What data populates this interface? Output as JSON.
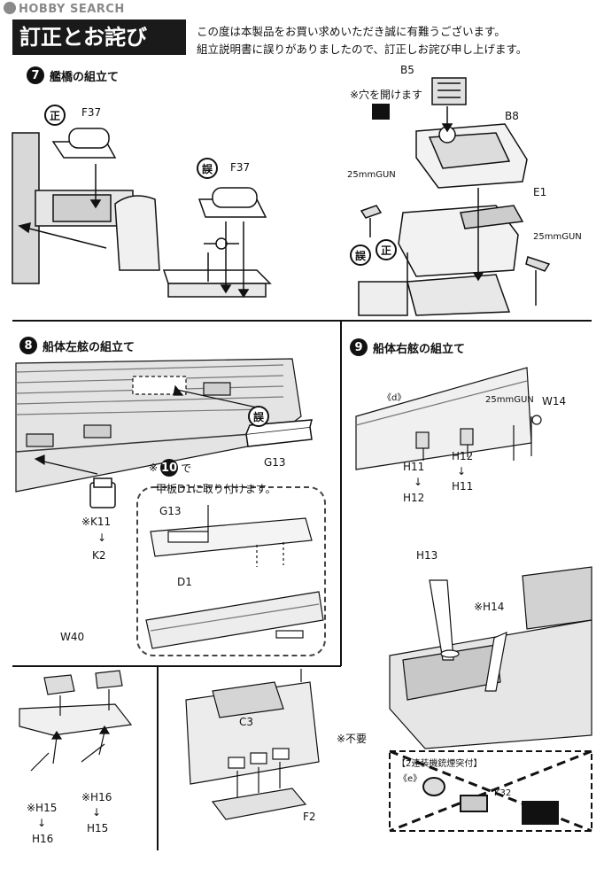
{
  "watermark": "HOBBY SEARCH",
  "title": "訂正とお詫び",
  "intro": {
    "line1": "この度は本製品をお買い求めいただき誠に有難うございます。",
    "line2": "組立説明書に誤りがありましたので、訂正しお詫び申し上げます。"
  },
  "section7": {
    "num": "7",
    "title": "艦橋の組立て",
    "correct_mark": "正",
    "wrong_mark": "誤",
    "f37_a": "F37",
    "f37_b": "F37",
    "b5": "B5",
    "b8": "B8",
    "e1": "E1",
    "drill_note": "※穴を開けます",
    "gun_a": "25mmGUN",
    "gun_b": "25mmGUN",
    "wrong_mark_2": "誤",
    "correct_mark_2": "正"
  },
  "section8": {
    "num": "8",
    "title": "船体左舷の組立て",
    "wrong_mark": "誤",
    "g13": "G13",
    "k11": "※K11",
    "arrow": "↓",
    "k2": "K2",
    "callout_prefix": "※",
    "callout_num": "10",
    "callout_suffix": "で",
    "callout_line2": "甲板D1に取り付けます。",
    "callout_g13": "G13",
    "callout_d1": "D1",
    "w40": "W40",
    "h15a": "※H15",
    "h16a": "H16",
    "h16b": "※H16",
    "h15b": "H15",
    "c3": "C3",
    "f2": "F2"
  },
  "section9": {
    "num": "9",
    "title": "船体右舷の組立て",
    "d_mark": "《d》",
    "gun": "25mmGUN",
    "w14": "W14",
    "h11a": "H11",
    "h12a": "H12",
    "h12b": "H12",
    "h11b": "H11",
    "h13": "H13",
    "h14": "※H14",
    "not_needed": "※不要",
    "box_title": "【2連装機銃煙突付】",
    "e_mark": "《e》",
    "k32": "K32"
  }
}
